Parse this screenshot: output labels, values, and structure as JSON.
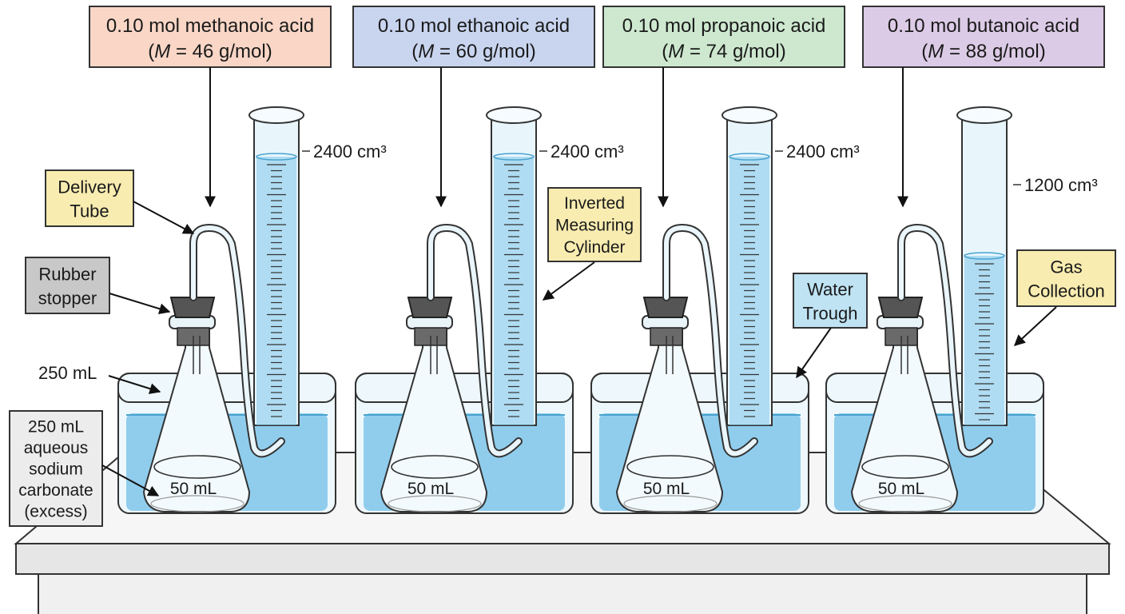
{
  "acids": [
    {
      "line1": "0.10 mol methanoic acid",
      "mass_prefix": "(",
      "mass_var": "M",
      "mass_rest": " = 46 g/mol)",
      "color": "#f9d6c6",
      "gas_volume": "2400 cm³",
      "flask_volume": "50 mL"
    },
    {
      "line1": "0.10 mol ethanoic acid",
      "mass_prefix": "(",
      "mass_var": "M",
      "mass_rest": " = 60 g/mol)",
      "color": "#c9d5ef",
      "gas_volume": "2400 cm³",
      "flask_volume": "50 mL"
    },
    {
      "line1": "0.10 mol propanoic acid",
      "mass_prefix": "(",
      "mass_var": "M",
      "mass_rest": " = 74 g/mol)",
      "color": "#cde8cf",
      "gas_volume": "2400 cm³",
      "flask_volume": "50 mL"
    },
    {
      "line1": "0.10 mol butanoic acid",
      "mass_prefix": "(",
      "mass_var": "M",
      "mass_rest": " = 88 g/mol)",
      "color": "#dccbe6",
      "gas_volume": "1200 cm³",
      "flask_volume": "50 mL"
    }
  ],
  "callouts": {
    "delivery_tube": {
      "lines": [
        "Delivery",
        "Tube"
      ],
      "color": "#f8ecb0"
    },
    "rubber_stopper": {
      "lines": [
        "Rubber",
        "stopper"
      ],
      "color": "#c8c8c8"
    },
    "flask_capacity": "250 mL",
    "solution": {
      "lines": [
        "250 mL",
        "aqueous",
        "sodium",
        "carbonate",
        "(excess)"
      ],
      "color": "#ececec"
    },
    "measuring_cylinder": {
      "lines": [
        "Inverted",
        "Measuring",
        "Cylinder"
      ],
      "color": "#f8ecb0"
    },
    "water_trough": {
      "lines": [
        "Water",
        "Trough"
      ],
      "color": "#bfe3f3"
    },
    "gas_collection": {
      "lines": [
        "Gas",
        "Collection"
      ],
      "color": "#f8ecb0"
    }
  },
  "colors": {
    "water": "#7fc6ea",
    "glass": "#e8f6fc",
    "stopper": "#555555",
    "bench": "#f3f3f3"
  }
}
